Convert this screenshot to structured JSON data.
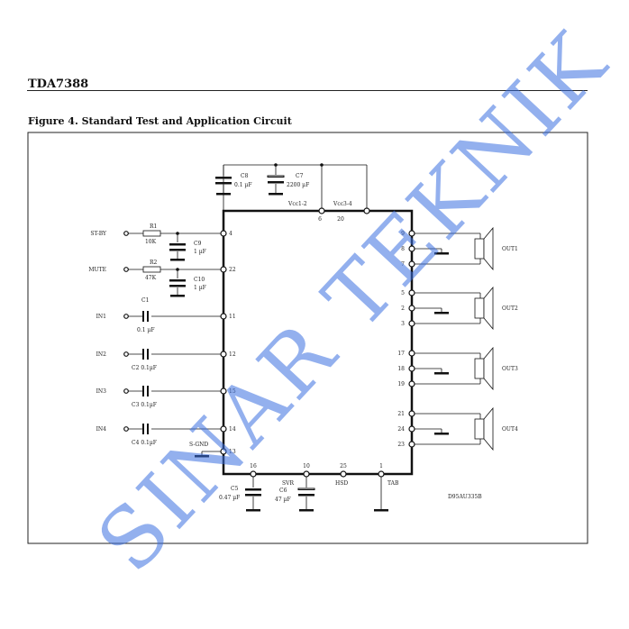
{
  "header": {
    "title": "TDA7388",
    "caption": "Figure 4. Standard Test and Application Circuit"
  },
  "watermark": "SINAR TEKNIK",
  "colors": {
    "watermark": "#3b6fe0",
    "line": "#111111"
  },
  "supply": {
    "c8": {
      "name": "C8",
      "value": "0.1 µF"
    },
    "c7": {
      "name": "C7",
      "value": "2200 µF"
    },
    "vcc12": "Vcc1-2",
    "vcc34": "Vcc3-4",
    "pins": [
      "6",
      "20"
    ]
  },
  "inputs": [
    {
      "label": "ST-BY",
      "pin": "4",
      "r": "R1",
      "rval": "10K",
      "c": "C9",
      "cval": "1 µF"
    },
    {
      "label": "MUTE",
      "pin": "22",
      "r": "R2",
      "rval": "47K",
      "c": "C10",
      "cval": "1 µF"
    },
    {
      "label": "IN1",
      "pin": "11",
      "c": "C1",
      "cval": "0.1 µF"
    },
    {
      "label": "IN2",
      "pin": "12",
      "c": "C2 0.1µF"
    },
    {
      "label": "IN3",
      "pin": "15",
      "c": "C3 0.1µF"
    },
    {
      "label": "IN4",
      "pin": "14",
      "c": "C4 0.1µF"
    }
  ],
  "sgnd": {
    "label": "S-GND",
    "pin": "13"
  },
  "bottom": [
    {
      "pin": "16",
      "c": "C5",
      "cval": "0.47 µF"
    },
    {
      "pin": "10",
      "name": "SVR",
      "c": "C6",
      "cval": "47 µF"
    },
    {
      "pin": "25",
      "name": "HSD"
    },
    {
      "pin": "1",
      "name": "TAB"
    }
  ],
  "outputs": [
    {
      "label": "OUT1",
      "pins": [
        "9",
        "8",
        "7"
      ]
    },
    {
      "label": "OUT2",
      "pins": [
        "5",
        "2",
        "3"
      ]
    },
    {
      "label": "OUT3",
      "pins": [
        "17",
        "18",
        "19"
      ]
    },
    {
      "label": "OUT4",
      "pins": [
        "21",
        "24",
        "23"
      ]
    }
  ],
  "drawing_code": "D95AU335B"
}
